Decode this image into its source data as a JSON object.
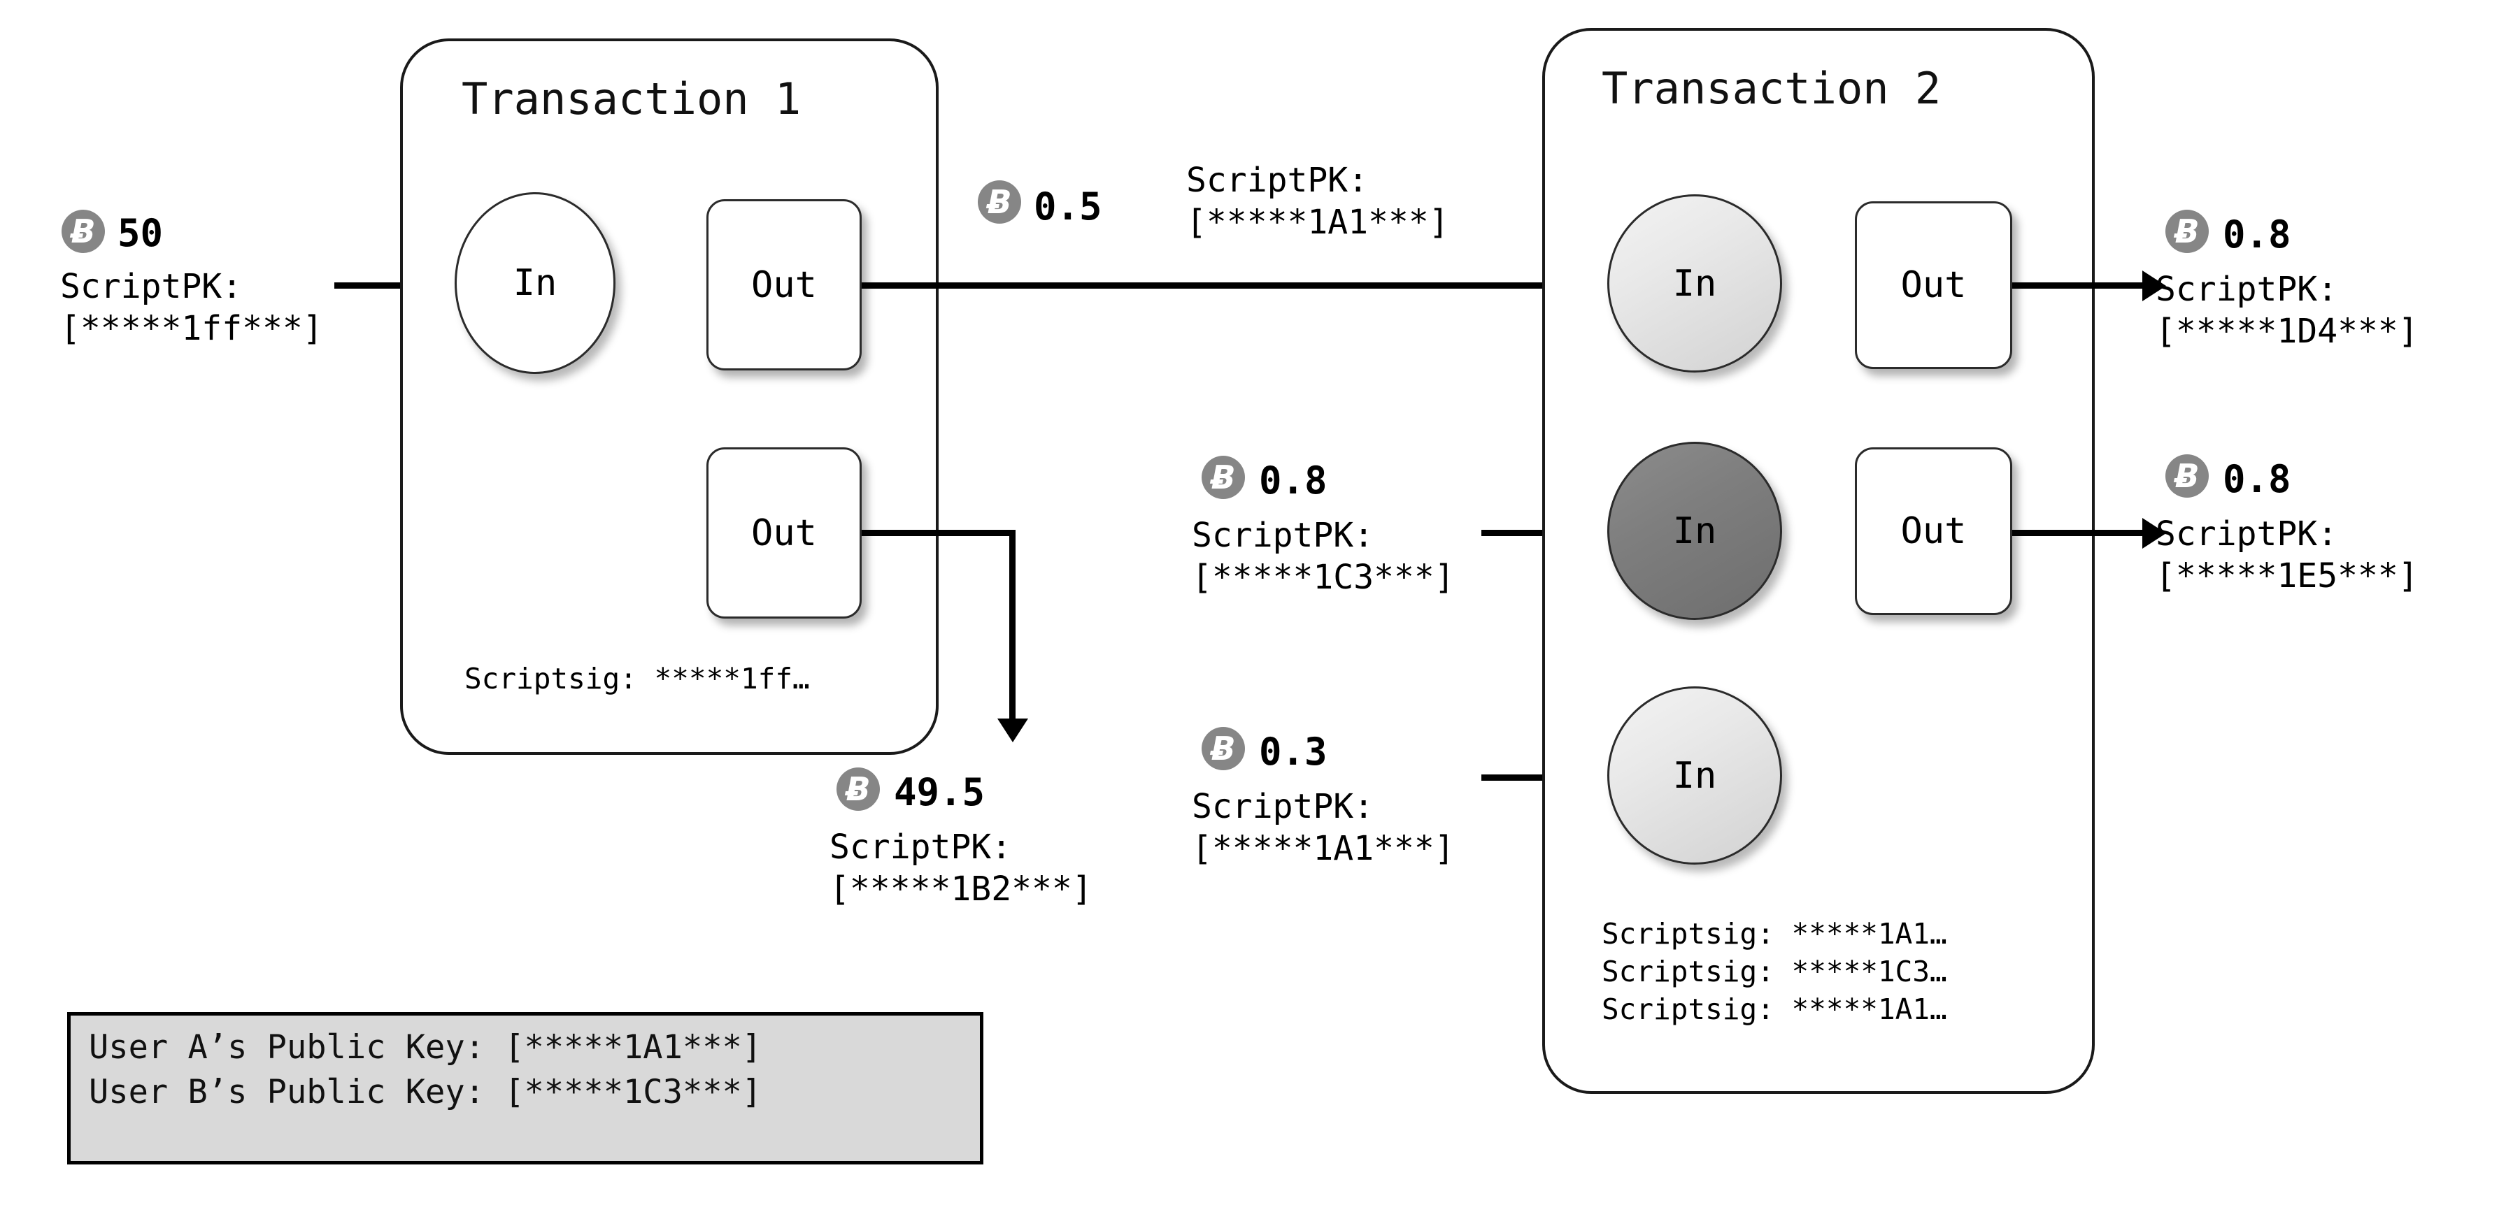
{
  "diagram": {
    "title": "Bitcoin transaction chain diagram",
    "currency_symbol": "Ƀ"
  },
  "colors": {
    "coin_gray": "#868686",
    "stroke": "#000000",
    "in_light": "#e0e0e0",
    "in_dark": "#7a7a7a",
    "legend_bg": "#d9d9d9"
  },
  "source_input": {
    "amount": "50",
    "scriptpk_label": "ScriptPK:",
    "scriptpk_value": "[*****1ff***]"
  },
  "transaction1": {
    "title": "Transaction 1",
    "in_label": "In",
    "outputs": [
      {
        "label": "Out"
      },
      {
        "label": "Out"
      }
    ],
    "scriptsig": "Scriptsig:  *****1ff…"
  },
  "tx1_out1_flow": {
    "amount": "0.5",
    "scriptpk_label": "ScriptPK:",
    "scriptpk_value": "[*****1A1***]"
  },
  "tx1_out2_flow": {
    "amount": "49.5",
    "scriptpk_label": "ScriptPK:",
    "scriptpk_value": "[*****1B2***]"
  },
  "tx2_extra_inputs": [
    {
      "amount": "0.8",
      "scriptpk_label": "ScriptPK:",
      "scriptpk_value": "[*****1C3***]"
    },
    {
      "amount": "0.3",
      "scriptpk_label": "ScriptPK:",
      "scriptpk_value": "[*****1A1***]"
    }
  ],
  "transaction2": {
    "title": "Transaction 2",
    "inputs": [
      {
        "label": "In",
        "shade": "light"
      },
      {
        "label": "In",
        "shade": "dark"
      },
      {
        "label": "In",
        "shade": "light"
      }
    ],
    "outputs": [
      {
        "label": "Out"
      },
      {
        "label": "Out"
      }
    ],
    "scriptsigs": [
      "Scriptsig:  *****1A1…",
      "Scriptsig:  *****1C3…",
      "Scriptsig:  *****1A1…"
    ]
  },
  "tx2_out_flows": [
    {
      "amount": "0.8",
      "scriptpk_label": "ScriptPK:",
      "scriptpk_value": "[*****1D4***]"
    },
    {
      "amount": "0.8",
      "scriptpk_label": "ScriptPK:",
      "scriptpk_value": "[*****1E5***]"
    }
  ],
  "legend": {
    "lines": [
      "User A’s Public Key: [*****1A1***]",
      "User B’s Public Key: [*****1C3***]"
    ]
  }
}
